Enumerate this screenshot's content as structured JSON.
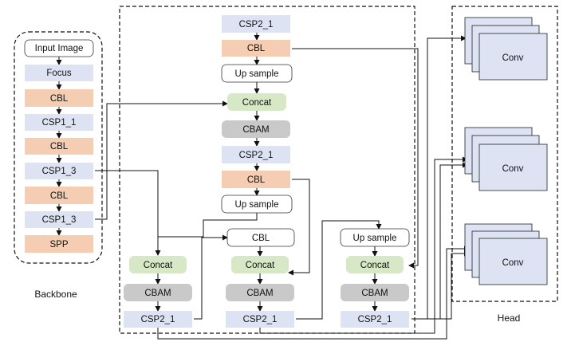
{
  "captions": {
    "backbone": "Backbone",
    "head": "Head"
  },
  "colors": {
    "input": "#ffffff",
    "blue": "#dde3f3",
    "orange": "#f4cdb3",
    "green": "#d6e8c5",
    "gray": "#c9c9c9",
    "white": "#ffffff",
    "conv": "#dde3f3"
  },
  "backbone": {
    "input": "Input Image",
    "focus": "Focus",
    "cbl1": "CBL",
    "csp1_1": "CSP1_1",
    "cbl2": "CBL",
    "csp1_3a": "CSP1_3",
    "cbl3": "CBL",
    "csp1_3b": "CSP1_3",
    "spp": "SPP"
  },
  "neck": {
    "csp2_1_top": "CSP2_1",
    "cbl_top": "CBL",
    "upsample1": "Up sample",
    "concat1": "Concat",
    "cbam1": "CBAM",
    "csp2_1_mid": "CSP2_1",
    "cbl_mid": "CBL",
    "upsample2": "Up sample",
    "cbl_right": "CBL",
    "upsample3": "Up sample",
    "concat_left": "Concat",
    "cbam_left": "CBAM",
    "csp2_1_left": "CSP2_1",
    "concat_center": "Concat",
    "cbam_center": "CBAM",
    "csp2_1_center": "CSP2_1",
    "concat_right": "Concat",
    "cbam_right": "CBAM",
    "csp2_1_right": "CSP2_1"
  },
  "head": {
    "conv1": "Conv",
    "conv2": "Conv",
    "conv3": "Conv"
  }
}
